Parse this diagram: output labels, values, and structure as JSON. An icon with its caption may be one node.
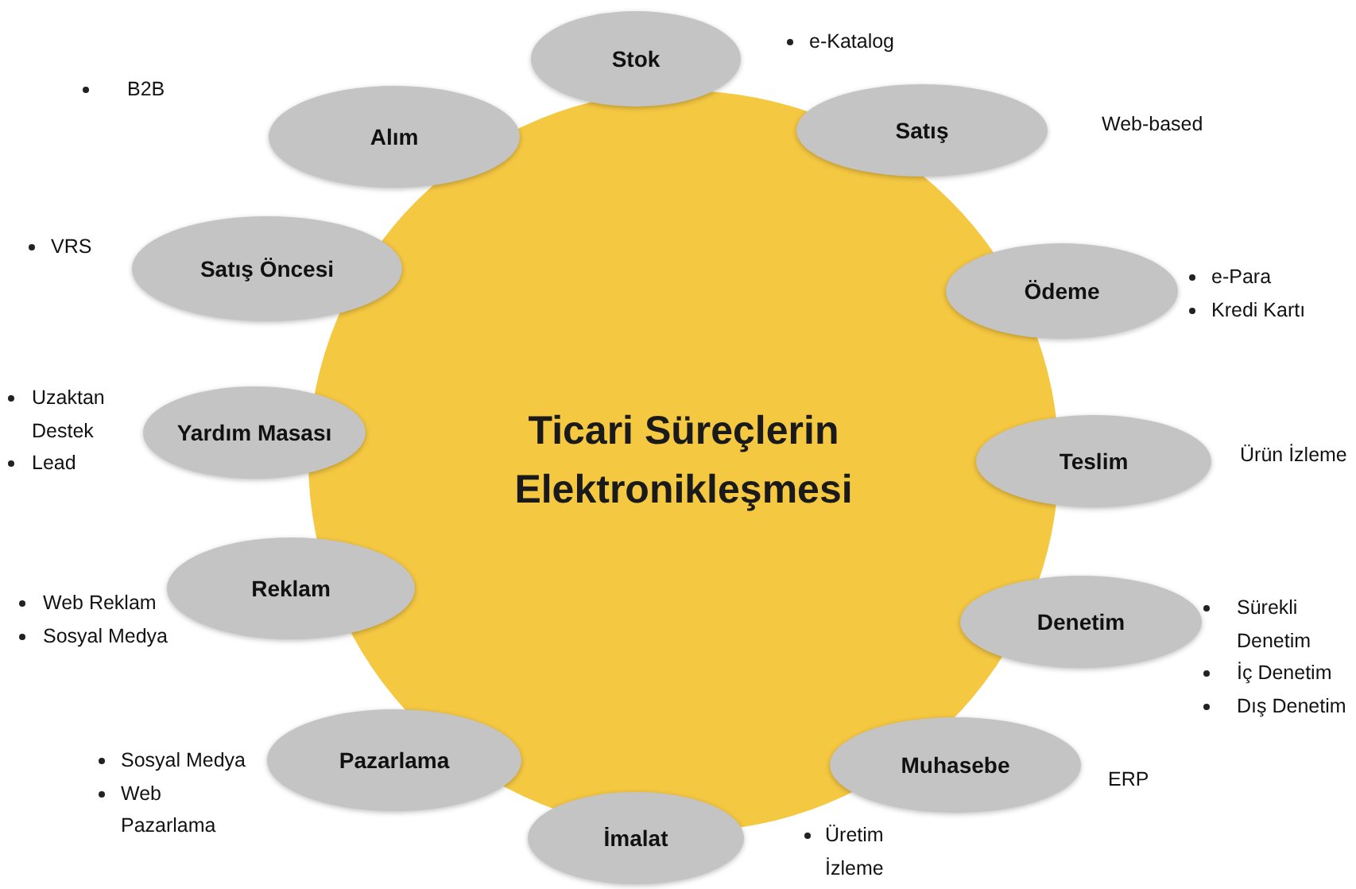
{
  "diagram": {
    "nodes": [
      {
        "text": [
          "Ticari Süreçlerin Elektronikleşmesi"
        ]
      },
      {
        "text": [
          "Stok"
        ]
      },
      {
        "text": [
          "Satış"
        ],
        "beside": [
          "Web-based"
        ]
      },
      {
        "text": [
          "Ödeme"
        ],
        "beside": [
          "e-Para",
          "Kredi Kartı"
        ]
      },
      {
        "text": [
          "Teslim"
        ],
        "beside": [
          "Ürün İzleme"
        ]
      },
      {
        "text": [
          "Denetim"
        ],
        "beside": [
          "Sürekli Denetim",
          "İç Denetim",
          "Dış Denetim"
        ]
      },
      {
        "text": [
          "Muhasebe"
        ],
        "beside": [
          "ERP"
        ]
      },
      {
        "text": [
          "İmalat"
        ]
      },
      {
        "text": [
          "Pazarlama"
        ],
        "beside": [
          "Sosyal Medya",
          "Web Pazarlama"
        ]
      },
      {
        "text": [
          "Reklam"
        ],
        "beside": [
          "Web Reklam",
          "Sosyal Medya"
        ]
      },
      {
        "text": [
          "Yardım Masası"
        ],
        "beside": [
          "Uzaktan Destek",
          "Lead"
        ]
      },
      {
        "text": [
          "Satış Öncesi"
        ],
        "beside": [
          "VRS"
        ]
      },
      {
        "text": [
          "Alım"
        ]
      }
    ],
    "labels": [
      "e-Katalog",
      "B2B",
      "Üretim İzleme"
    ]
  }
}
